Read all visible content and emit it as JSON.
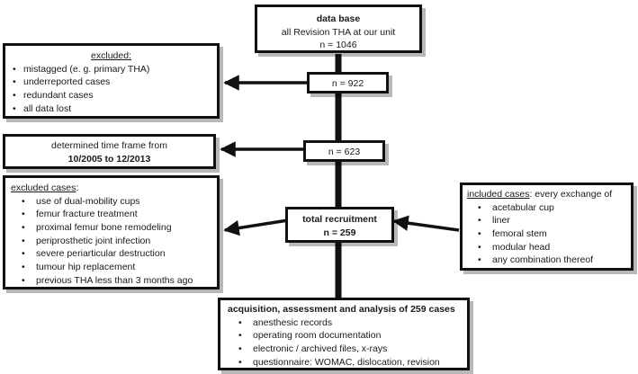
{
  "database": {
    "title": "data base",
    "subtitle": "all Revision THA at our unit",
    "count": "n = 1046"
  },
  "excluded_first": {
    "title": "excluded:",
    "items": [
      "mistagged (e. g. primary  THA)",
      "underreported  cases",
      "redundant cases",
      "all data lost"
    ]
  },
  "count_after_exclusion": "n = 922",
  "time_frame": {
    "line1": "determined time frame from",
    "line2": "10/2005 to 12/2013"
  },
  "count_in_time_frame": "n = 623",
  "excluded_cases": {
    "title": "excluded cases",
    "title_suffix": ":",
    "items": [
      "use of dual-mobility cups",
      "femur fracture treatment",
      "proximal femur bone remodeling",
      "periprosthetic joint infection",
      "severe periarticular destruction",
      "tumour hip replacement",
      "previous THA less than 3 months ago"
    ]
  },
  "total_recruitment": {
    "title": "total recruitment",
    "count": "n = 259"
  },
  "included_cases": {
    "title": "included cases",
    "title_suffix": ": every exchange of",
    "items": [
      "acetabular cup",
      "liner",
      "femoral stem",
      "modular head",
      "any combination thereof"
    ]
  },
  "acquisition": {
    "title": "acquisition, assessment and analysis of 259 cases",
    "items": [
      "anesthesic records",
      "operating room documentation",
      "electronic / archived files, x-rays",
      "questionnaire:  WOMAC, dislocation, revision"
    ]
  }
}
